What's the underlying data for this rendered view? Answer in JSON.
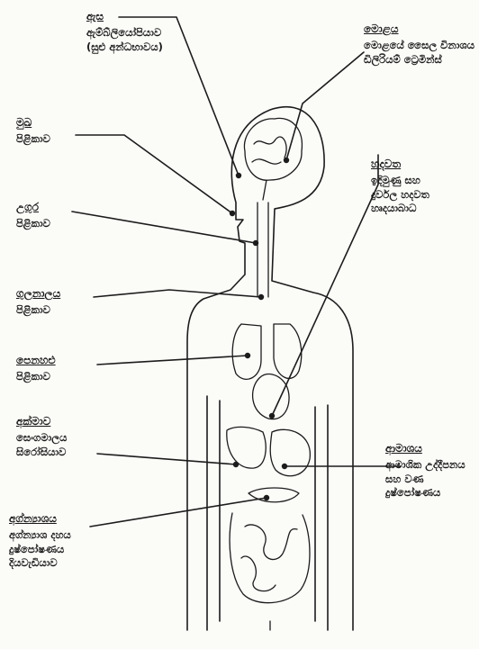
{
  "labels": {
    "eye": {
      "title": "ඇස",
      "lines": [
        "ඇම්බ්ලියෝපියාව",
        "(සුළු අන්ධභාවය)"
      ]
    },
    "mouth": {
      "title": "මුඛ",
      "lines": [
        "පිළිකාව"
      ]
    },
    "throat": {
      "title": "උගුර",
      "lines": [
        "පිළිකාව"
      ]
    },
    "esophagus": {
      "title": "ගුලනාලය",
      "lines": [
        "පිළිකාව"
      ]
    },
    "lungs": {
      "title": "පෙනහළු",
      "lines": [
        "පිළිකාව"
      ]
    },
    "liver": {
      "title": "අක්මාව",
      "lines": [
        "සෙංගමාලය",
        "සිරෝසියාව"
      ]
    },
    "pancreas": {
      "title": "අග්න්‍යාශය",
      "lines": [
        "අග්න්‍යාශ දහය",
        "දුෂ්පෝෂණය",
        "දියවැඩියාව"
      ]
    },
    "brain": {
      "title": "මොළය",
      "lines": [
        "මොළයේ සෛල විනාශය",
        "ඩිලිරියම් ට්‍රෙමින්ස්"
      ]
    },
    "heart": {
      "title": "හදවත",
      "lines": [
        "ඉදිමුණු සහ",
        "දුර්වල හදවත",
        "හෘදයාබාධ"
      ]
    },
    "stomach": {
      "title": "ආමාශය",
      "lines": [
        "ආමාශික උද්දීපනය",
        "සහ වණ",
        "දුෂ්පෝෂණය"
      ]
    }
  }
}
